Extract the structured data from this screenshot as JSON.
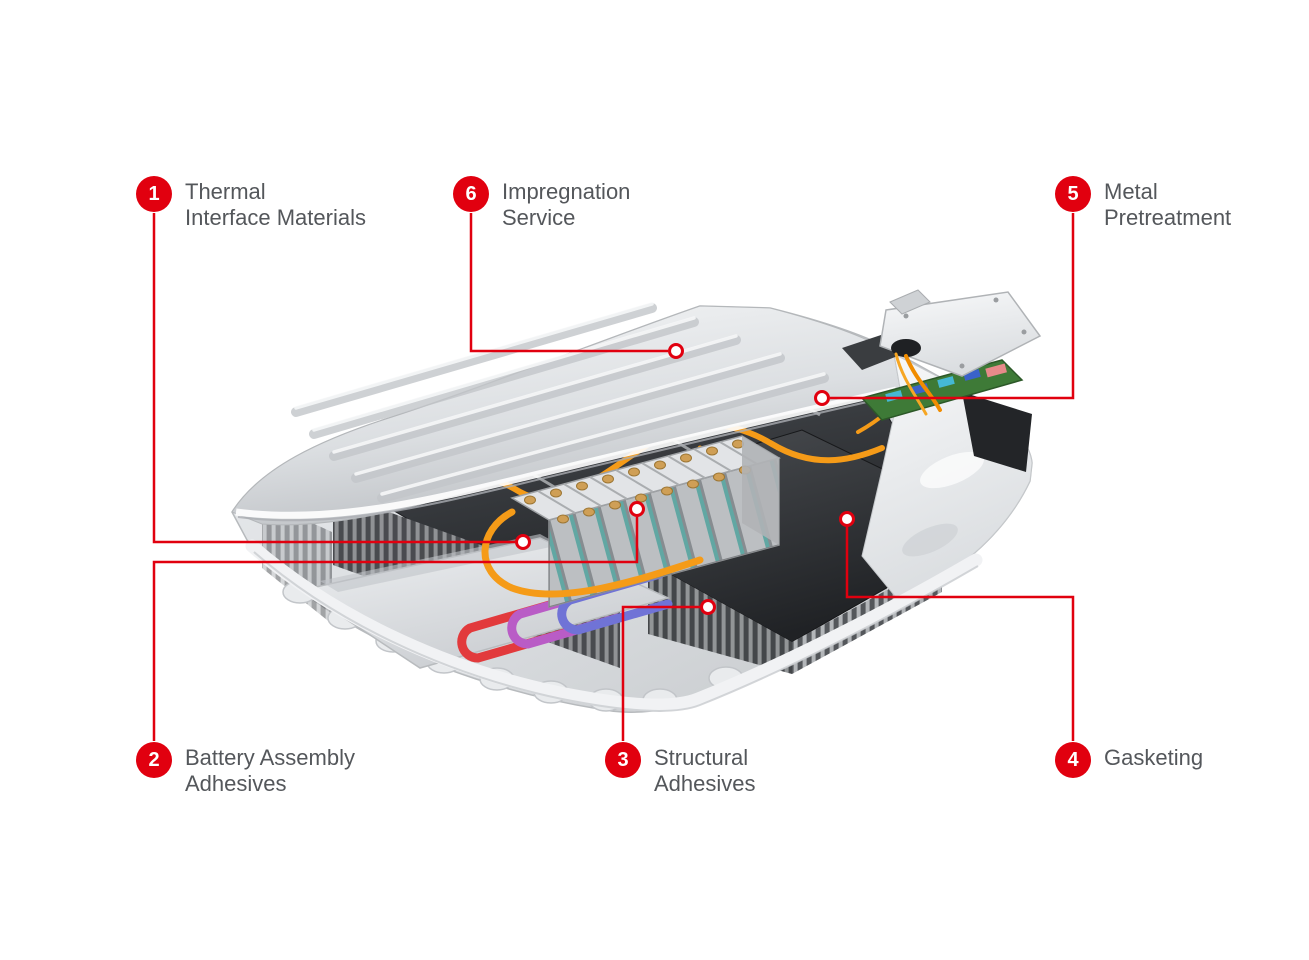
{
  "accent_color": "#e1000f",
  "label_text_color": "#54575b",
  "illustration_name": "ev-battery-pack-cutaway",
  "callouts": [
    {
      "number": "1",
      "line1": "Thermal",
      "line2": "Interface Materials"
    },
    {
      "number": "2",
      "line1": "Battery Assembly",
      "line2": "Adhesives"
    },
    {
      "number": "3",
      "line1": "Structural",
      "line2": "Adhesives"
    },
    {
      "number": "4",
      "line1": "Gasketing",
      "line2": ""
    },
    {
      "number": "5",
      "line1": "Metal",
      "line2": "Pretreatment"
    },
    {
      "number": "6",
      "line1": "Impregnation",
      "line2": "Service"
    }
  ]
}
